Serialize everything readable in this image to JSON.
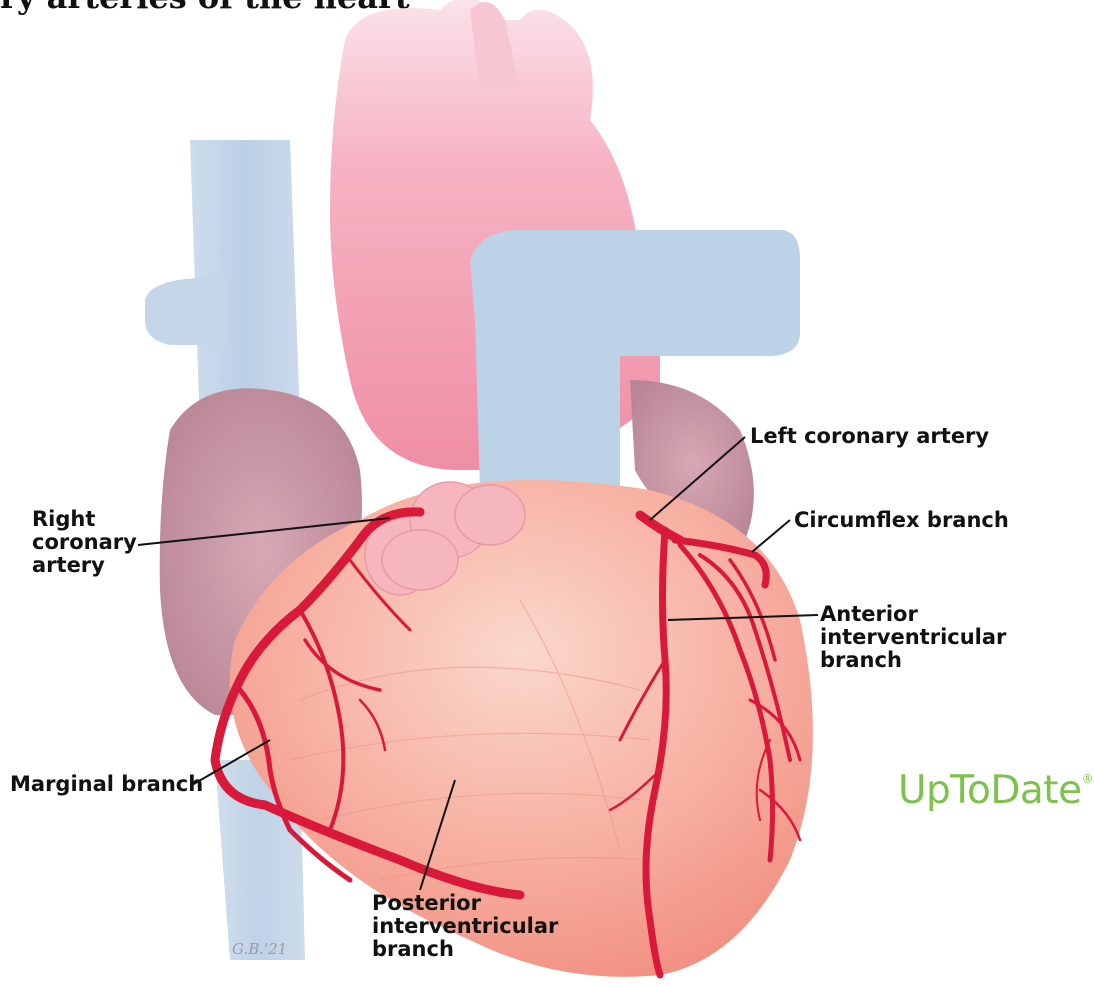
{
  "heading_fragment": "ry arteries of the heart",
  "labels": {
    "left_coronary_artery": [
      "Left coronary artery"
    ],
    "right_coronary_artery": [
      "Right",
      "coronary",
      "artery"
    ],
    "circumflex_branch": [
      "Circumflex branch"
    ],
    "anterior_interventricular_branch": [
      "Anterior",
      "interventricular",
      "branch"
    ],
    "marginal_branch": [
      "Marginal branch"
    ],
    "posterior_interventricular_branch": [
      "Posterior",
      "interventricular",
      "branch"
    ]
  },
  "brand": {
    "text": "UpToDate",
    "mark": "®",
    "color": "#7dc24a"
  },
  "signature": "G.B.'21",
  "colors": {
    "artery": "#d8193a",
    "vein": "#b9cfe4",
    "aorta": "#f29bb0",
    "heart": "#f5a294",
    "atrium": "#c99aa8"
  }
}
